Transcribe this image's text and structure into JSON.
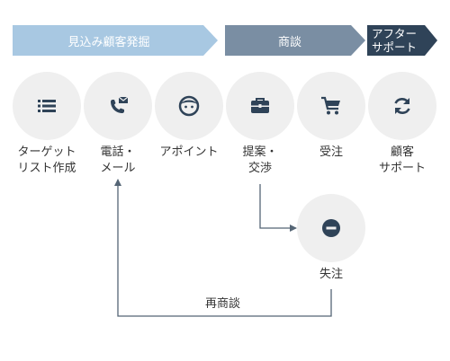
{
  "phases": [
    {
      "label": "見込み顧客発掘"
    },
    {
      "label": "商談"
    },
    {
      "label": "アフター\nサポート"
    }
  ],
  "steps": [
    {
      "label": "ターゲット\nリスト作成",
      "icon": "list-icon"
    },
    {
      "label": "電話・\nメール",
      "icon": "phone-mail-icon"
    },
    {
      "label": "アポイント",
      "icon": "face-icon"
    },
    {
      "label": "提案・\n交渉",
      "icon": "briefcase-icon"
    },
    {
      "label": "受注",
      "icon": "cart-icon"
    },
    {
      "label": "顧客\nサポート",
      "icon": "sync-icon"
    }
  ],
  "lost": {
    "label": "失注",
    "icon": "minus-icon"
  },
  "return_label": "再商談",
  "colors": {
    "phase1": "#a8c8e2",
    "phase2": "#7a8ea3",
    "phase3": "#2f4358",
    "icon": "#2f4358",
    "circle": "#efefef",
    "arrow": "#556575"
  }
}
